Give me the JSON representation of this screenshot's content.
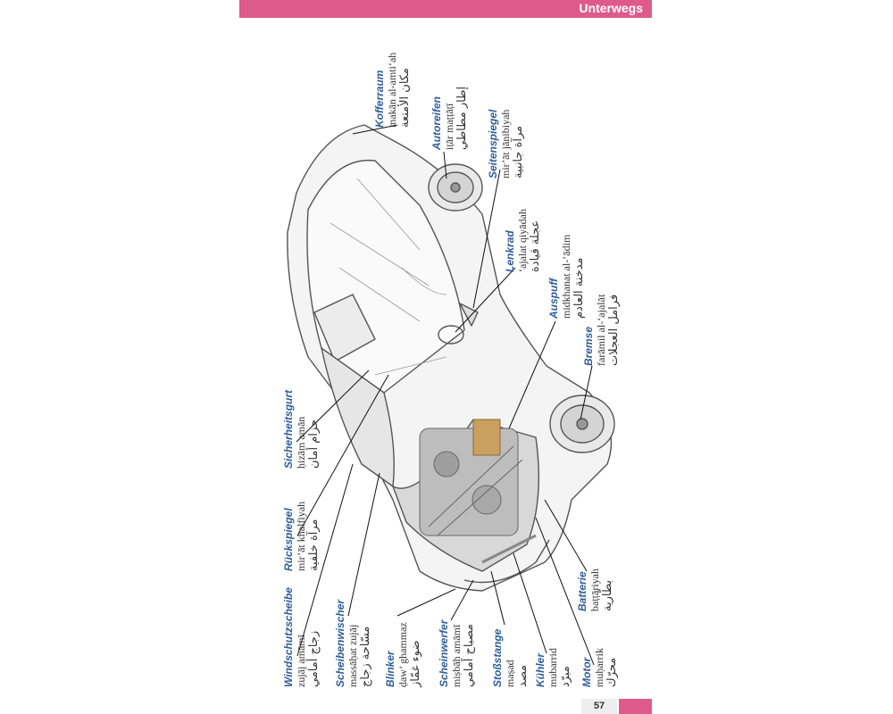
{
  "header": {
    "title": "Unterwegs",
    "accent_color": "#de5a8a"
  },
  "footer": {
    "page_number": "57"
  },
  "term_color": "#2f5d9b",
  "labels": [
    {
      "id": "kofferraum",
      "term": "Kofferraum",
      "translit": "makān al-amti‘ah",
      "arabic": "مكان الأمتعة"
    },
    {
      "id": "autoreifen",
      "term": "Autoreifen",
      "translit": "iṭār maṭṭāṭī",
      "arabic": "إطار مطاطي"
    },
    {
      "id": "seitenspiegel",
      "term": "Seitenspiegel",
      "translit": "mir’āt jānibiyah",
      "arabic": "مرآة جانبية"
    },
    {
      "id": "lenkrad",
      "term": "Lenkrad",
      "translit": "‘ajalat qiyādah",
      "arabic": "عجلة قيادة"
    },
    {
      "id": "auspuff",
      "term": "Auspuff",
      "translit": "midkhanat al-‘ādim",
      "arabic": "مدخنة العادم"
    },
    {
      "id": "bremse",
      "term": "Bremse",
      "translit": "farāmil al-‘ajalāt",
      "arabic": "فرامل العجلات"
    },
    {
      "id": "sicherheitsgurt",
      "term": "Sicherheitsgurt",
      "translit": "ḥizām amān",
      "arabic": "حزام أمان"
    },
    {
      "id": "rueckspiegel",
      "term": "Rückspiegel",
      "translit": "mir’āt khalfiyah",
      "arabic": "مرآة خلفية"
    },
    {
      "id": "windschutzscheibe",
      "term": "Windschutzscheibe",
      "translit": "zujāj amāmī",
      "arabic": "زجاج أمامي"
    },
    {
      "id": "scheibenwischer",
      "term": "Scheibenwischer",
      "translit": "massāḥat zujāj",
      "arabic": "مسّاحة زجاج"
    },
    {
      "id": "blinker",
      "term": "Blinker",
      "translit": "ḍaw’ ghammaz",
      "arabic": "ضوء غمّاز"
    },
    {
      "id": "scheinwerfer",
      "term": "Scheinwerfer",
      "translit": "miṣbāḥ amāmī",
      "arabic": "مصباح أمامي"
    },
    {
      "id": "stossstange",
      "term": "Stoßstange",
      "translit": "maṣad",
      "arabic": "مصد"
    },
    {
      "id": "kuehler",
      "term": "Kühler",
      "translit": "mubarrid",
      "arabic": "مبرّد"
    },
    {
      "id": "motor",
      "term": "Motor",
      "translit": "muḥarrik",
      "arabic": "محرّك"
    },
    {
      "id": "batterie",
      "term": "Batterie",
      "translit": "baṭṭāriyah",
      "arabic": "بطّارية"
    }
  ]
}
